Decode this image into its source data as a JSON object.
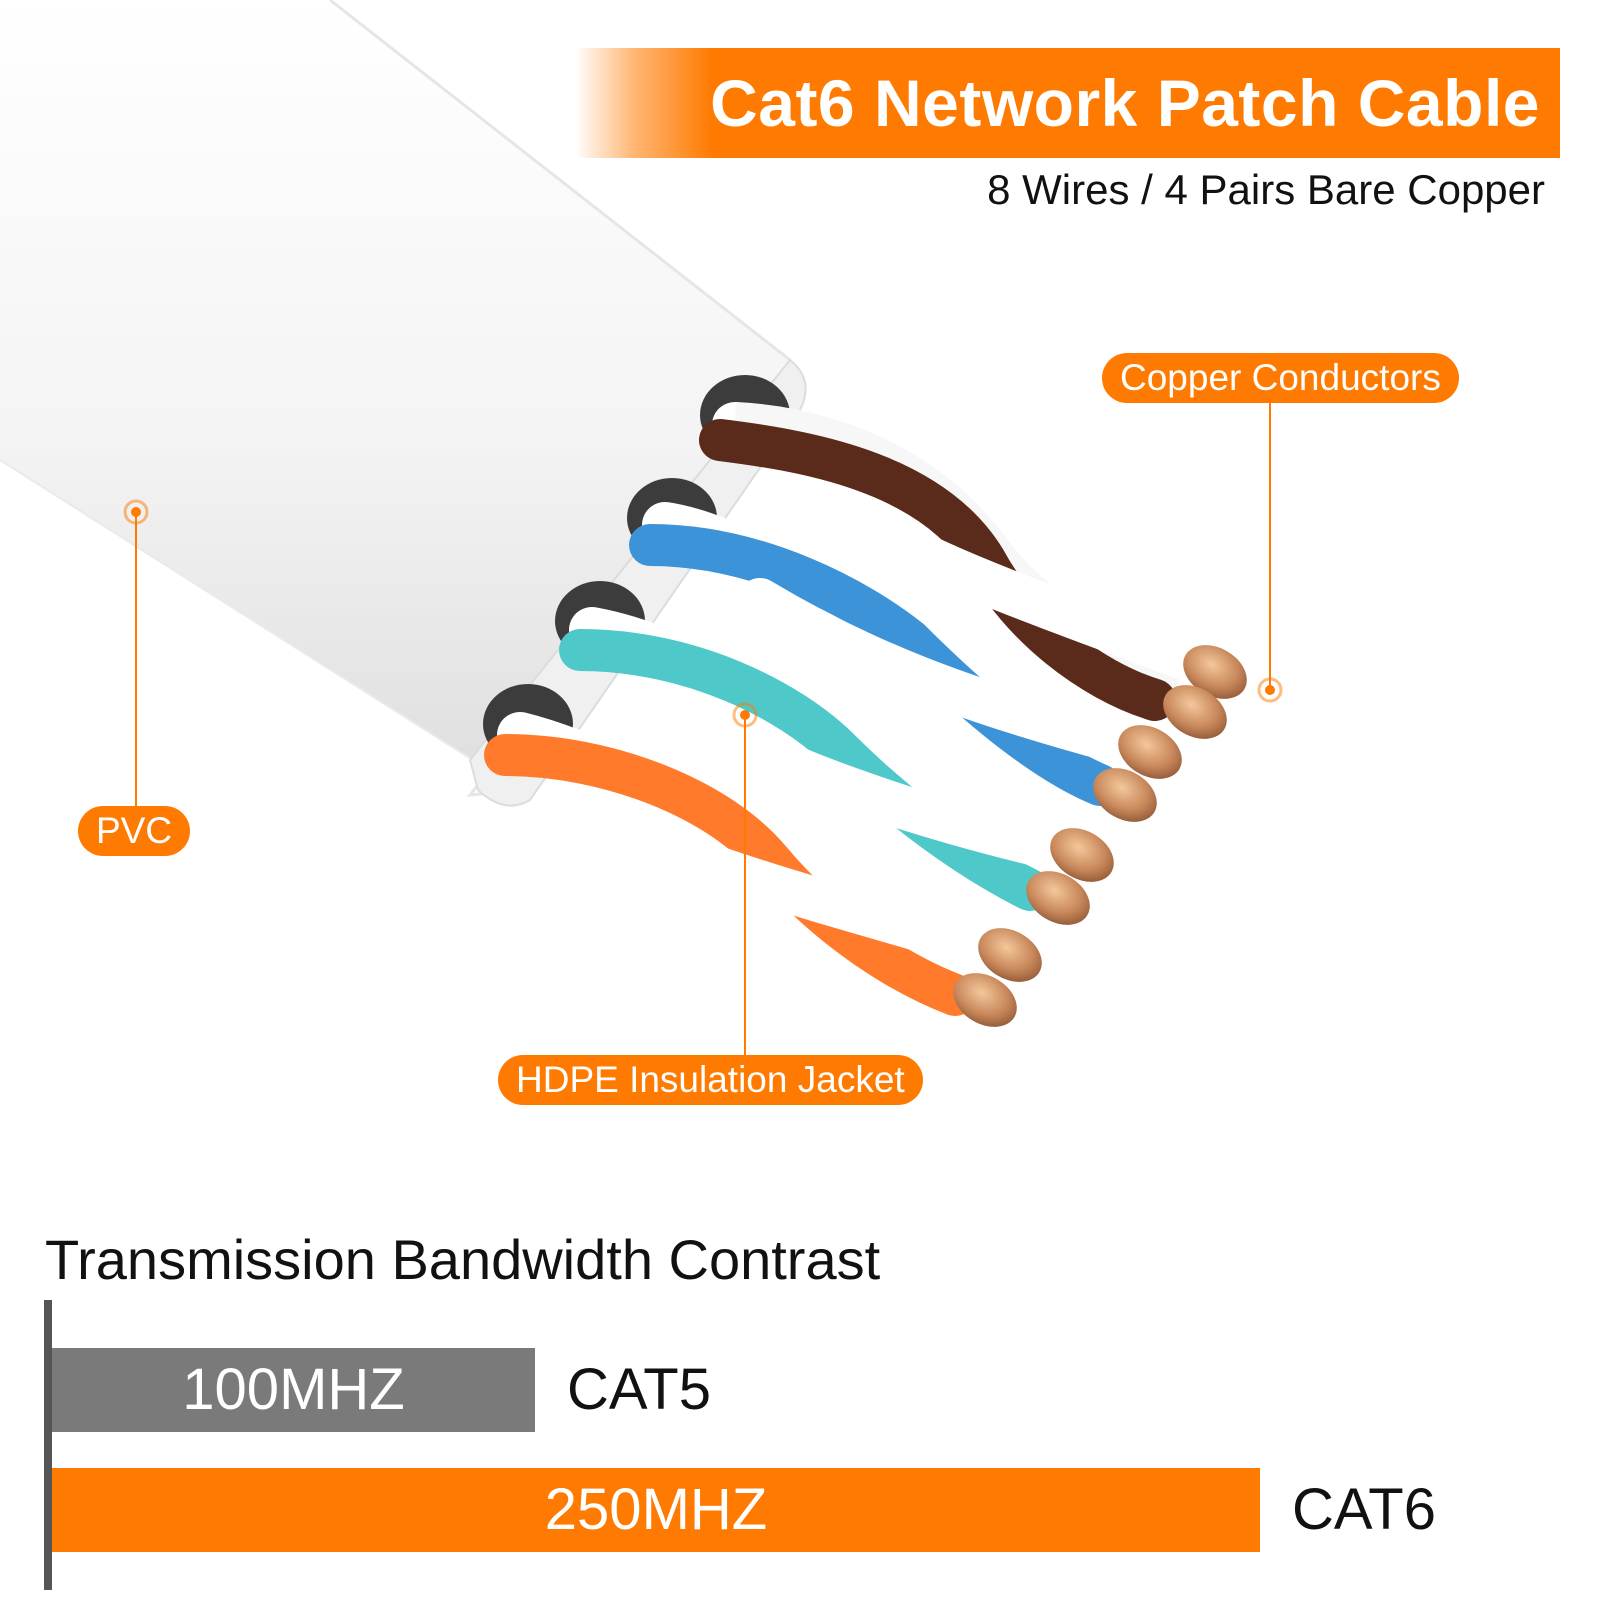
{
  "header": {
    "title": "Cat6 Network Patch Cable",
    "subtitle": "8 Wires / 4 Pairs Bare Copper"
  },
  "callouts": {
    "copper": "Copper Conductors",
    "pvc": "PVC",
    "hdpe": "HDPE Insulation Jacket"
  },
  "colors": {
    "accent": "#ff7a00",
    "cat5_bar": "#7a7a7a",
    "cat6_bar": "#ff7a00",
    "wire_brown": "#5a2a1a",
    "wire_blue": "#3d93d8",
    "wire_teal": "#4ec8c8",
    "wire_orange": "#ff7a2a",
    "copper": "#c8875a"
  },
  "chart_data": {
    "type": "bar",
    "orientation": "horizontal",
    "title": "Transmission Bandwidth Contrast",
    "categories": [
      "CAT5",
      "CAT6"
    ],
    "values": [
      100,
      250
    ],
    "value_labels": [
      "100MHZ",
      "250MHZ"
    ],
    "unit": "MHZ",
    "xlim": [
      0,
      250
    ],
    "grid": false
  }
}
